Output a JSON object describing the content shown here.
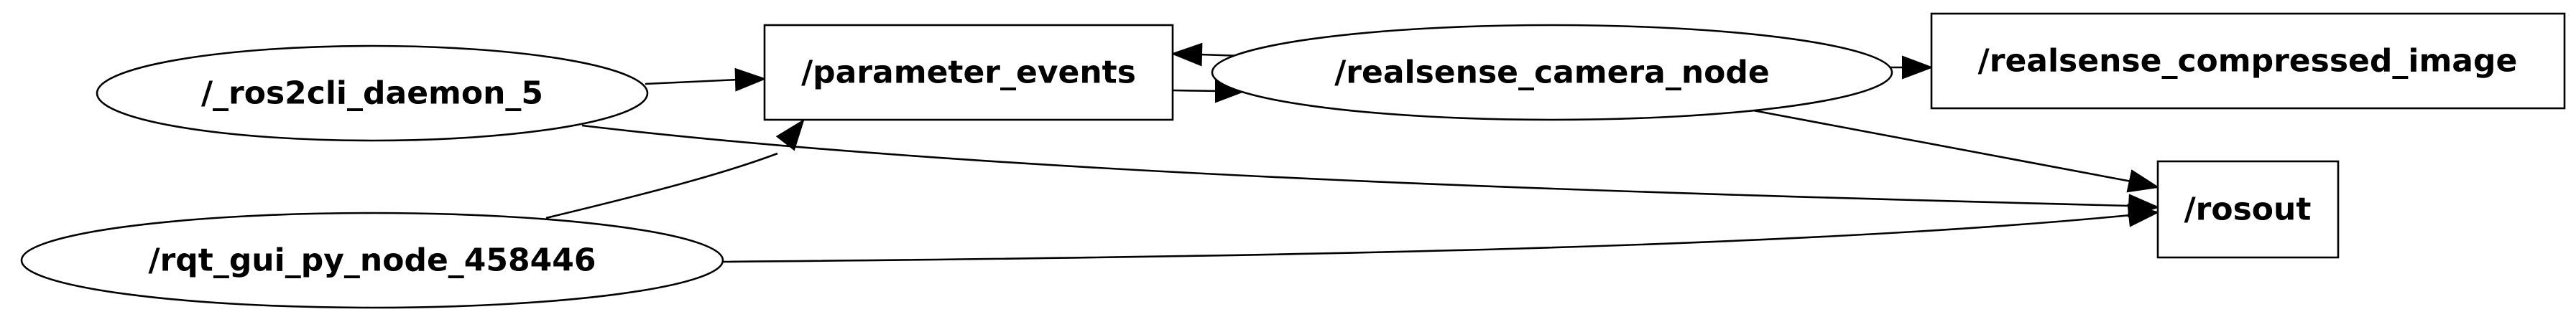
{
  "graph": {
    "nodes": {
      "ros2cli_daemon": "/_ros2cli_daemon_5",
      "parameter_events": "/parameter_events",
      "realsense_camera_node": "/realsense_camera_node",
      "realsense_compressed_image": "/realsense_compressed_image",
      "rqt_gui_py_node": "/rqt_gui_py_node_458446",
      "rosout": "/rosout"
    },
    "node_shapes": {
      "ros2cli_daemon": "ellipse",
      "parameter_events": "box",
      "realsense_camera_node": "ellipse",
      "realsense_compressed_image": "box",
      "rqt_gui_py_node": "ellipse",
      "rosout": "box"
    },
    "edges": [
      {
        "from": "ros2cli_daemon",
        "to": "parameter_events"
      },
      {
        "from": "ros2cli_daemon",
        "to": "rosout"
      },
      {
        "from": "rqt_gui_py_node",
        "to": "parameter_events"
      },
      {
        "from": "rqt_gui_py_node",
        "to": "rosout"
      },
      {
        "from": "parameter_events",
        "to": "realsense_camera_node"
      },
      {
        "from": "realsense_camera_node",
        "to": "parameter_events"
      },
      {
        "from": "realsense_camera_node",
        "to": "realsense_compressed_image"
      },
      {
        "from": "realsense_camera_node",
        "to": "rosout"
      }
    ]
  }
}
